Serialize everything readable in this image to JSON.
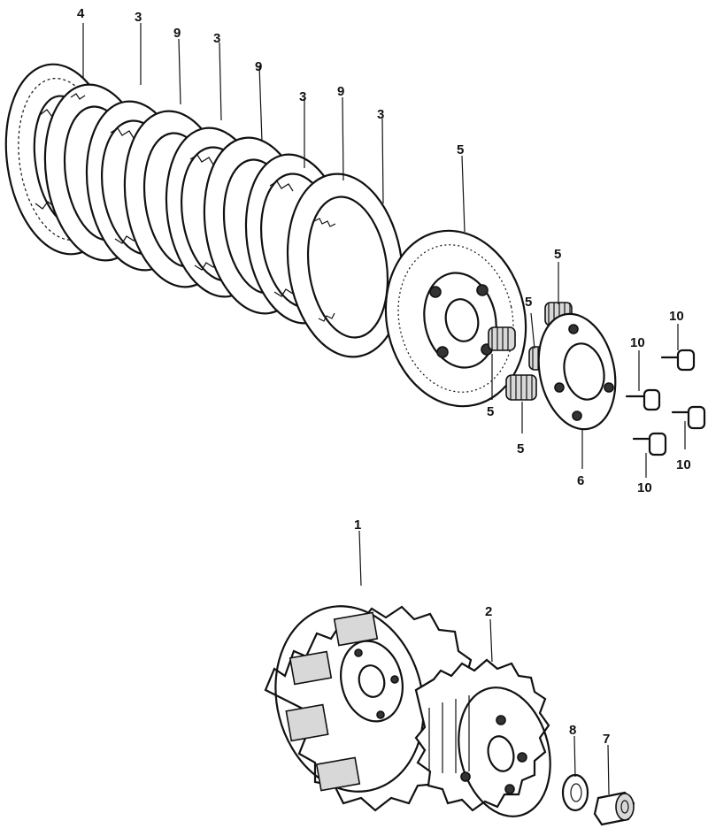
{
  "callouts": [
    {
      "id": "c4a",
      "text": "4"
    },
    {
      "id": "c3a",
      "text": "3"
    },
    {
      "id": "c9a",
      "text": "9"
    },
    {
      "id": "c3b",
      "text": "3"
    },
    {
      "id": "c9b",
      "text": "9"
    },
    {
      "id": "c3c",
      "text": "3"
    },
    {
      "id": "c9c",
      "text": "9"
    },
    {
      "id": "c3d",
      "text": "3"
    },
    {
      "id": "c5a",
      "text": "5"
    },
    {
      "id": "c5b",
      "text": "5"
    },
    {
      "id": "c5c",
      "text": "5"
    },
    {
      "id": "c5d",
      "text": "5"
    },
    {
      "id": "c5e",
      "text": "5"
    },
    {
      "id": "c6",
      "text": "6"
    },
    {
      "id": "c10a",
      "text": "10"
    },
    {
      "id": "c10b",
      "text": "10"
    },
    {
      "id": "c10c",
      "text": "10"
    },
    {
      "id": "c10d",
      "text": "10"
    },
    {
      "id": "c1",
      "text": "1"
    },
    {
      "id": "c2",
      "text": "2"
    },
    {
      "id": "c7",
      "text": "7"
    },
    {
      "id": "c8",
      "text": "8"
    }
  ]
}
